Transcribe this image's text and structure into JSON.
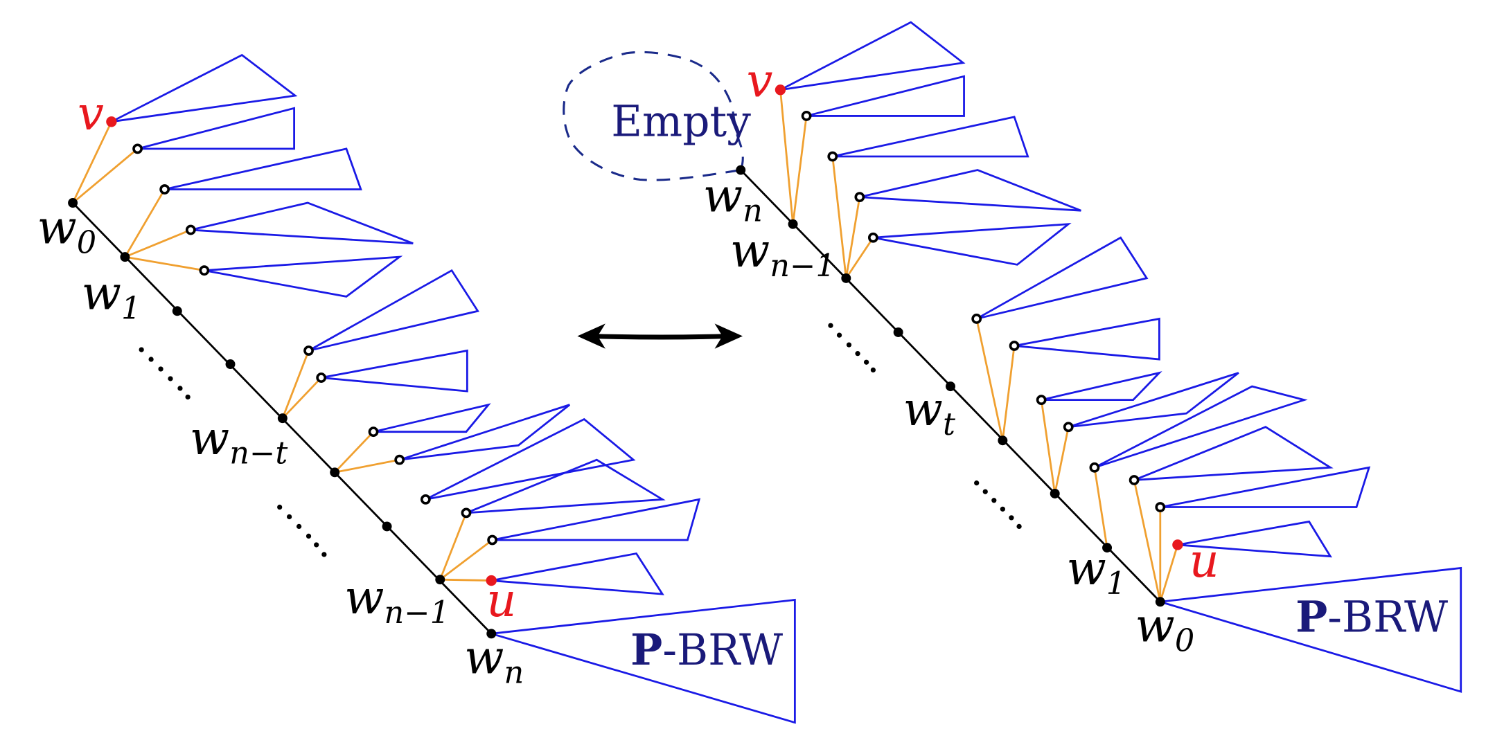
{
  "left": {
    "labels": {
      "w0": "w",
      "w0_sub": "0",
      "w1": "w",
      "w1_sub": "1",
      "wnt": "w",
      "wnt_sub": "n−t",
      "wn1": "w",
      "wn1_sub": "n−1",
      "wn": "w",
      "wn_sub": "n",
      "v": "v",
      "u": "u",
      "brw_bold": "P",
      "brw_rest": "-BRW"
    }
  },
  "right": {
    "labels": {
      "wn": "w",
      "wn_sub": "n",
      "wn1": "w",
      "wn1_sub": "n−1",
      "wt": "w",
      "wt_sub": "t",
      "w1": "w",
      "w1_sub": "1",
      "w0": "w",
      "w0_sub": "0",
      "v": "v",
      "u": "u",
      "empty": "Empty",
      "brw_bold": "P",
      "brw_rest": "-BRW"
    }
  },
  "colors": {
    "spine": "#000000",
    "edges": "#f0a030",
    "subtrees": "#1a1ae6",
    "highlight": "#e8181e",
    "label_navy": "#1a1a7a"
  }
}
